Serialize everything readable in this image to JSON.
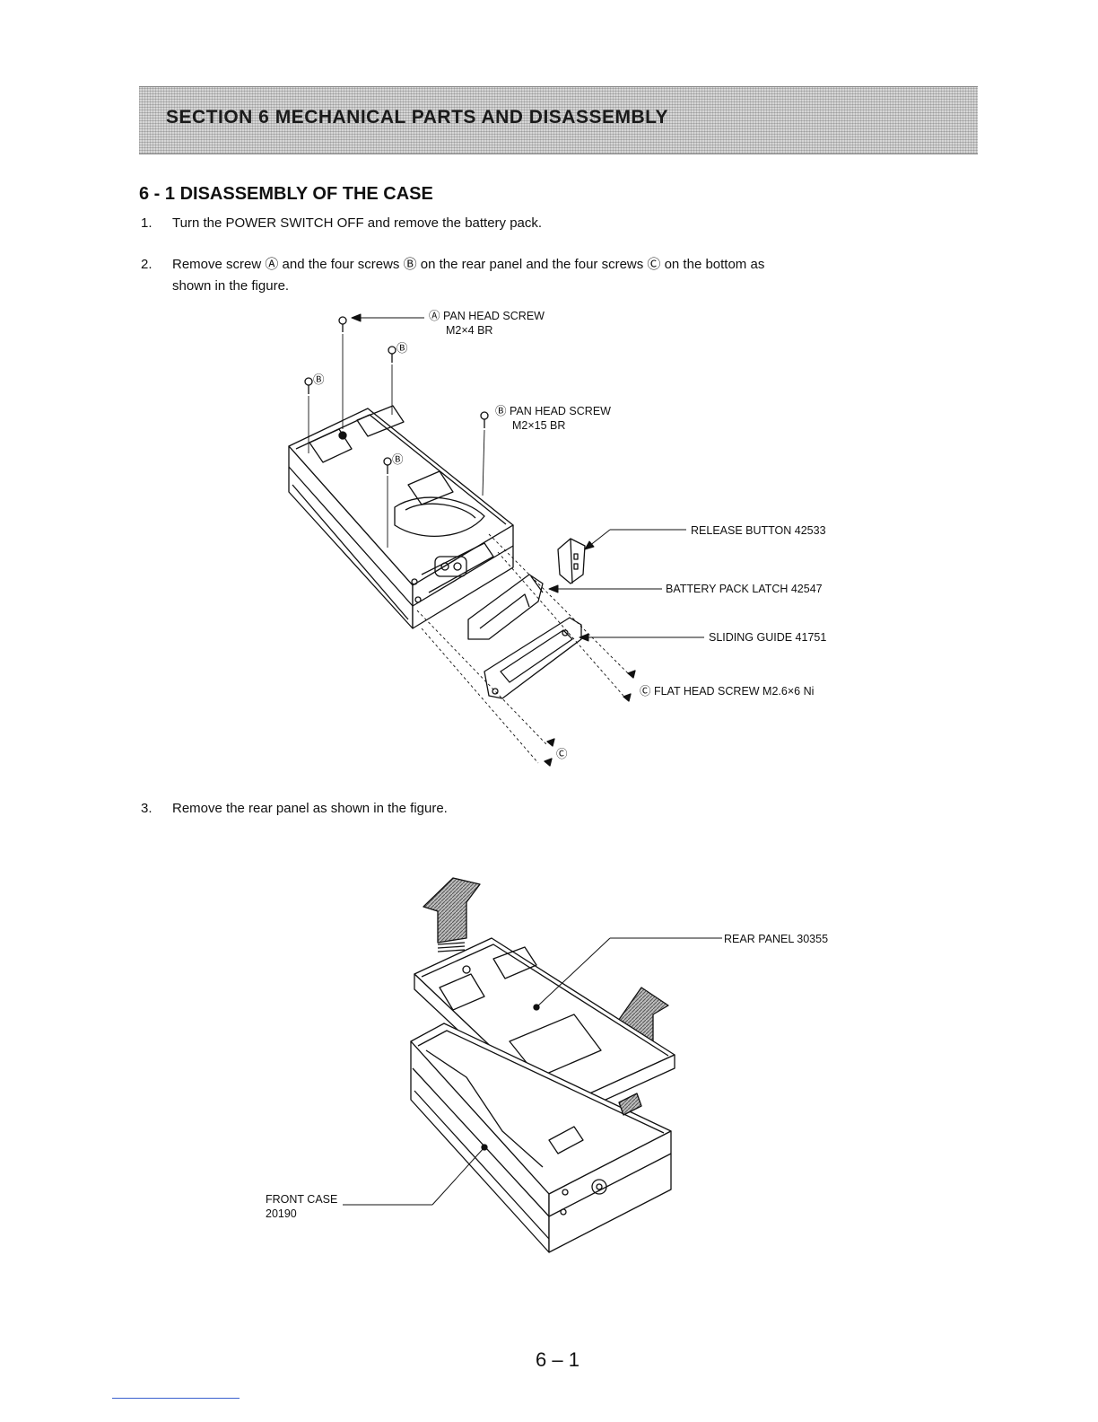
{
  "section_banner": "SECTION 6  MECHANICAL PARTS AND DISASSEMBLY",
  "heading": "6 - 1  DISASSEMBLY OF THE CASE",
  "steps": [
    {
      "num": "1.",
      "text": "Turn the POWER SWITCH OFF and remove the battery pack."
    },
    {
      "num": "2.",
      "line1": "Remove screw Ⓐ and the four screws Ⓑ on the rear panel and the four screws Ⓒ on the bottom as",
      "line2": "shown in the figure."
    },
    {
      "num": "3.",
      "text": "Remove the rear panel as shown in the figure."
    }
  ],
  "figure1": {
    "screw_a_line1": "Ⓐ  PAN HEAD SCREW",
    "screw_a_line2": "M2×4 BR",
    "screw_b_line1": "Ⓑ  PAN HEAD SCREW",
    "screw_b_line2": "M2×15 BR",
    "callout_b": "Ⓑ",
    "callout_c": "Ⓒ",
    "release_button": "RELEASE BUTTON 42533",
    "battery_latch": "BATTERY PACK LATCH 42547",
    "sliding_guide": "SLIDING GUIDE 41751",
    "flat_screw": "Ⓒ  FLAT HEAD SCREW M2.6×6 Ni"
  },
  "figure2": {
    "rear_panel": "REAR PANEL 30355",
    "front_case_line1": "FRONT CASE",
    "front_case_line2": "20190"
  },
  "page_number": "6 – 1"
}
